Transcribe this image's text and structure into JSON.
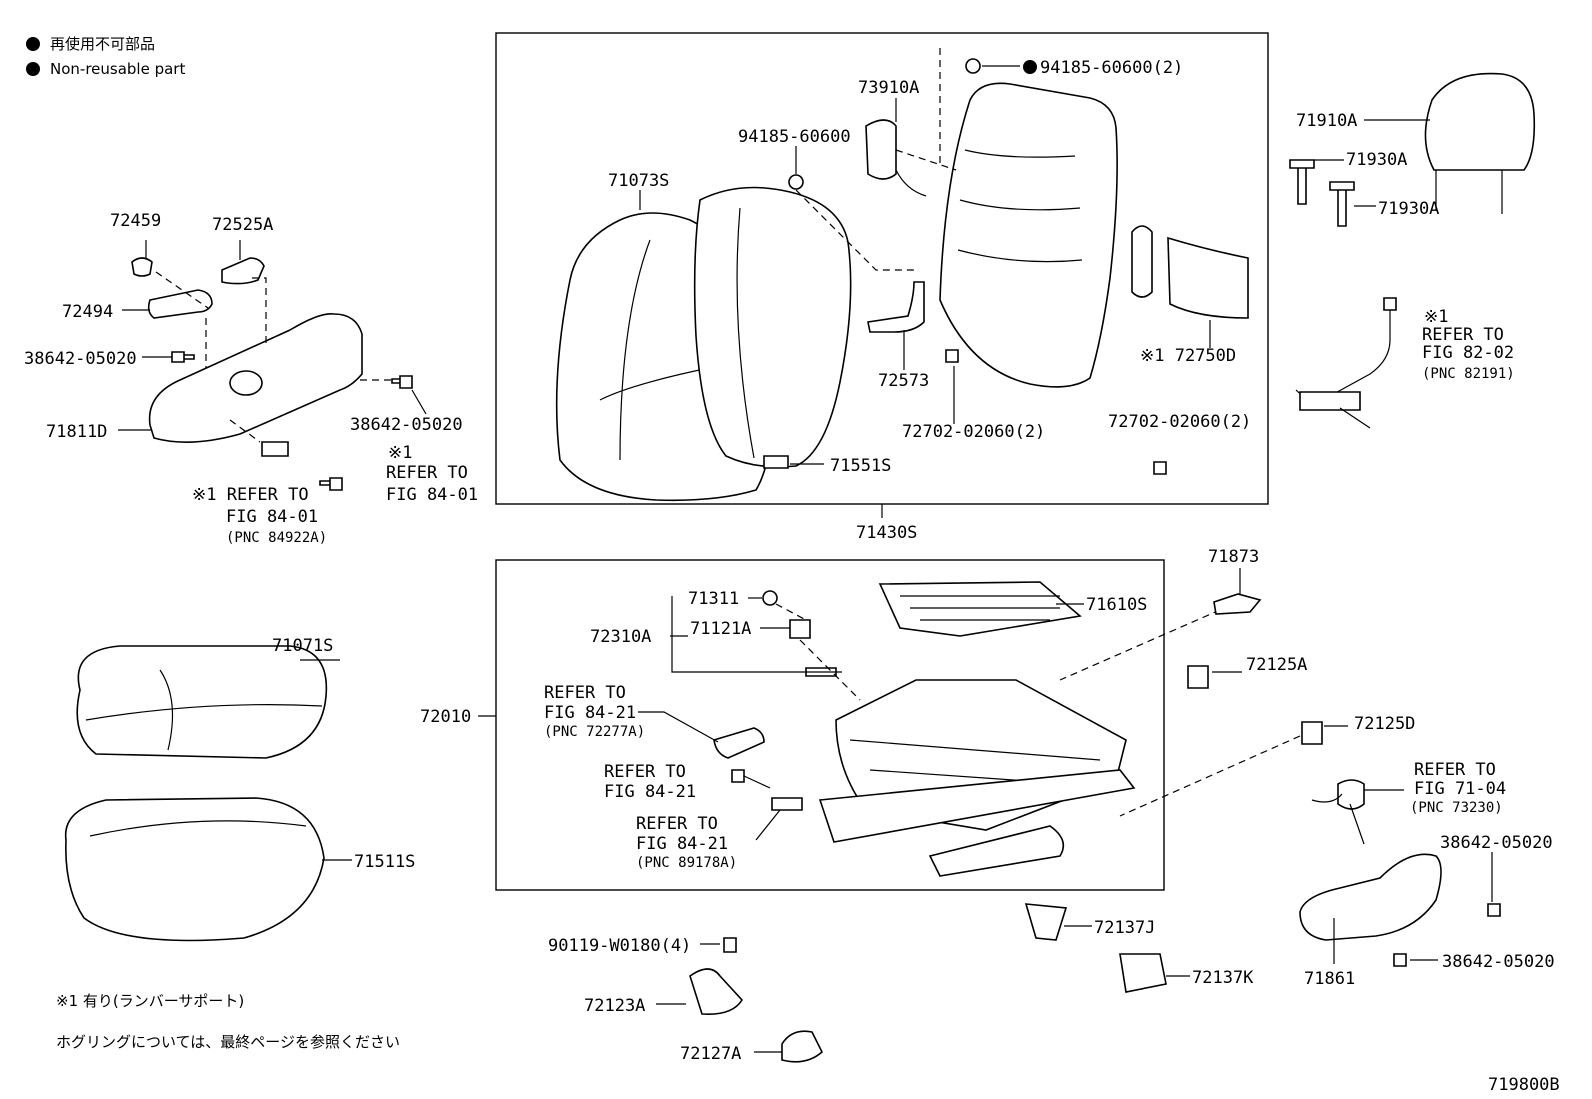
{
  "legend": {
    "jp": "再使用不可部品",
    "en": "Non-reusable part"
  },
  "notes": {
    "note1": "※1 有り(ランバーサポート)",
    "note2": "ホグリングについては、最終ページを参照ください"
  },
  "figure_id": "719800B",
  "labels": {
    "l_72459": "72459",
    "l_72525A": "72525A",
    "l_72494": "72494",
    "l_38642_a": "38642-05020",
    "l_38642_b": "38642-05020",
    "l_71811D": "71811D",
    "l_x1a": "※1",
    "l_refer_a": "REFER TO",
    "l_fig_a": "FIG 84-01",
    "l_x1_refer_b": "※1 REFER TO",
    "l_fig_b": "FIG 84-01",
    "l_pnc_b": "(PNC 84922A)",
    "l_73910A": "73910A",
    "l_94185_single": "94185-60600",
    "l_94185_2": "94185-60600(2)",
    "l_71073S": "71073S",
    "l_72573": "72573",
    "l_72750D": "※1 72750D",
    "l_72702_a": "72702-02060(2)",
    "l_72702_b": "72702-02060(2)",
    "l_71551S": "71551S",
    "l_71430S": "71430S",
    "l_71910A": "71910A",
    "l_71930A_a": "71930A",
    "l_71930A_b": "71930A",
    "l_x1c": "※1",
    "l_refer_c": "REFER TO",
    "l_fig_c": "FIG 82-02",
    "l_pnc_c": "(PNC 82191)",
    "l_71071S": "71071S",
    "l_71511S": "71511S",
    "l_72010": "72010",
    "l_71311": "71311",
    "l_72310A": "72310A",
    "l_71121A": "71121A",
    "l_71610S": "71610S",
    "l_71873": "71873",
    "l_72125A": "72125A",
    "l_72125D": "72125D",
    "l_refer_d": "REFER TO",
    "l_fig_d": "FIG 84-21",
    "l_pnc_d": "(PNC 72277A)",
    "l_refer_e": "REFER TO",
    "l_fig_e": "FIG 84-21",
    "l_refer_f": "REFER TO",
    "l_fig_f": "FIG 84-21",
    "l_pnc_f": "(PNC 89178A)",
    "l_refer_g": "REFER TO",
    "l_fig_g": "FIG 71-04",
    "l_pnc_g": "(PNC 73230)",
    "l_38642_c": "38642-05020",
    "l_38642_d": "38642-05020",
    "l_71861": "71861",
    "l_72137J": "72137J",
    "l_72137K": "72137K",
    "l_90119": "90119-W0180(4)",
    "l_72123A": "72123A",
    "l_72127A": "72127A"
  }
}
